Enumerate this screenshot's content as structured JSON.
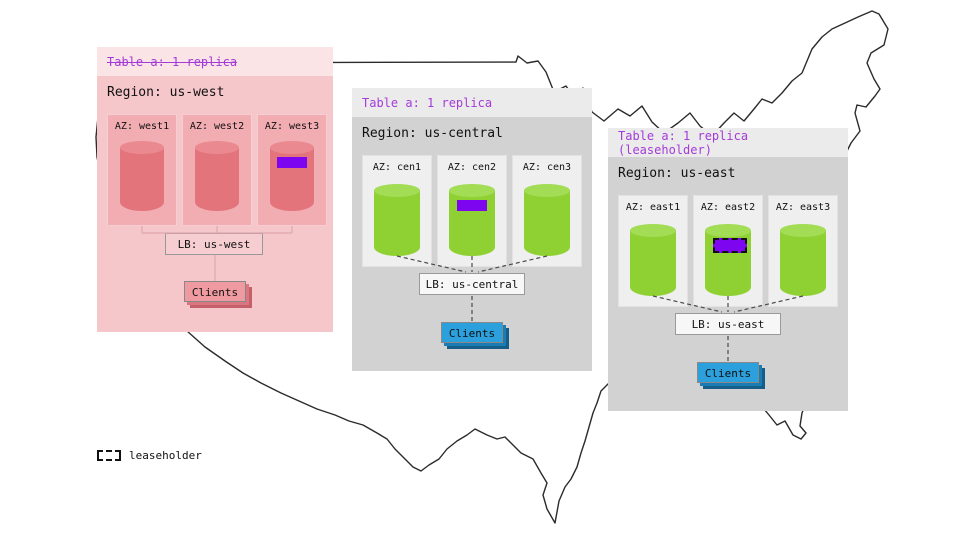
{
  "colors": {
    "accent_purple": "#a43bd9",
    "replica_purple": "#7d05ef",
    "west_red": "#e4747b",
    "replica_green": "#8fd133",
    "clients_blue": "#2ba0dc"
  },
  "legend": {
    "label": "leaseholder"
  },
  "regions": {
    "west": {
      "header": "Table a: 1 replica",
      "title": "Region: us-west",
      "azs": [
        {
          "label": "AZ: west1"
        },
        {
          "label": "AZ: west2"
        },
        {
          "label": "AZ: west3"
        }
      ],
      "lb_label": "LB: us-west",
      "clients_label": "Clients"
    },
    "central": {
      "header": "Table a: 1 replica",
      "title": "Region: us-central",
      "azs": [
        {
          "label": "AZ: cen1"
        },
        {
          "label": "AZ: cen2"
        },
        {
          "label": "AZ: cen3"
        }
      ],
      "lb_label": "LB: us-central",
      "clients_label": "Clients"
    },
    "east": {
      "header": "Table a: 1 replica (leaseholder)",
      "title": "Region: us-east",
      "azs": [
        {
          "label": "AZ: east1"
        },
        {
          "label": "AZ: east2"
        },
        {
          "label": "AZ: east3"
        }
      ],
      "lb_label": "LB: us-east",
      "clients_label": "Clients"
    }
  }
}
